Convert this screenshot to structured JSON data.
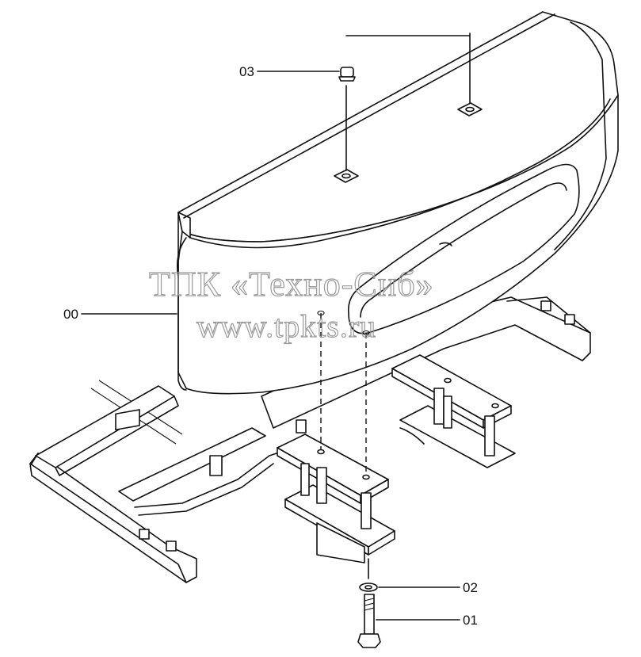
{
  "callouts": {
    "c00": "00",
    "c01": "01",
    "c02": "02",
    "c03": "03"
  },
  "watermark": {
    "line1": "ТПК «Техно-Сиб»",
    "line2": "www.tpkts.ru"
  },
  "colors": {
    "line": "#111111",
    "watermark": "#9a9a9a",
    "background": "#ffffff"
  }
}
